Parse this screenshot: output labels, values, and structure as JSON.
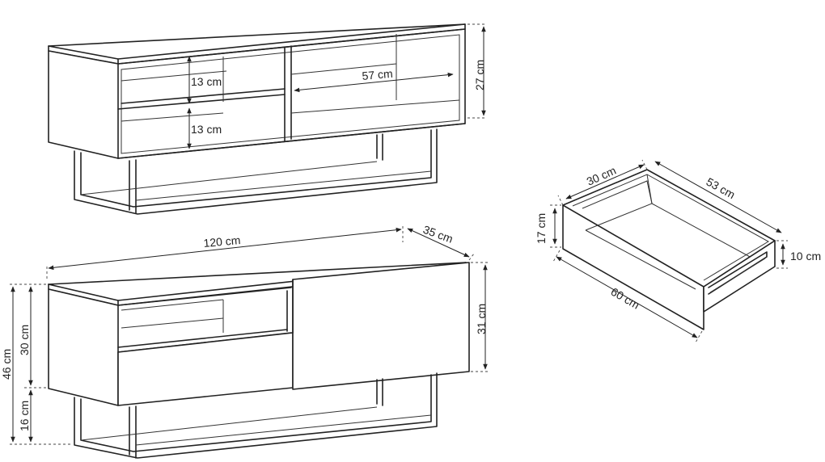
{
  "top_view": {
    "shelf_height_upper": "13 cm",
    "shelf_height_lower": "13 cm",
    "compartment_width": "57 cm",
    "cabinet_height": "27 cm"
  },
  "drawer": {
    "depth_inner": "30 cm",
    "width_inner": "53 cm",
    "height_front": "17 cm",
    "height_side": "10 cm",
    "length": "60 cm"
  },
  "bottom_view": {
    "width": "120 cm",
    "depth": "35 cm",
    "total_height": "46 cm",
    "body_height": "30 cm",
    "leg_height": "16 cm",
    "front_height": "31 cm"
  }
}
